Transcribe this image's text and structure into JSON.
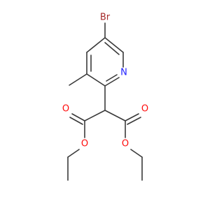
{
  "molecule": {
    "atom_labels": {
      "bromine": "Br",
      "nitrogen": "N",
      "ester_carbonyl_oxygen_left": "O",
      "ester_ether_oxygen_left": "O",
      "ester_carbonyl_oxygen_right": "O",
      "ester_ether_oxygen_right": "O"
    },
    "colors": {
      "bond": "#3a3a3a",
      "bromine": "#a52a2a",
      "nitrogen": "#2020ff",
      "oxygen": "#ff0d0d"
    }
  }
}
